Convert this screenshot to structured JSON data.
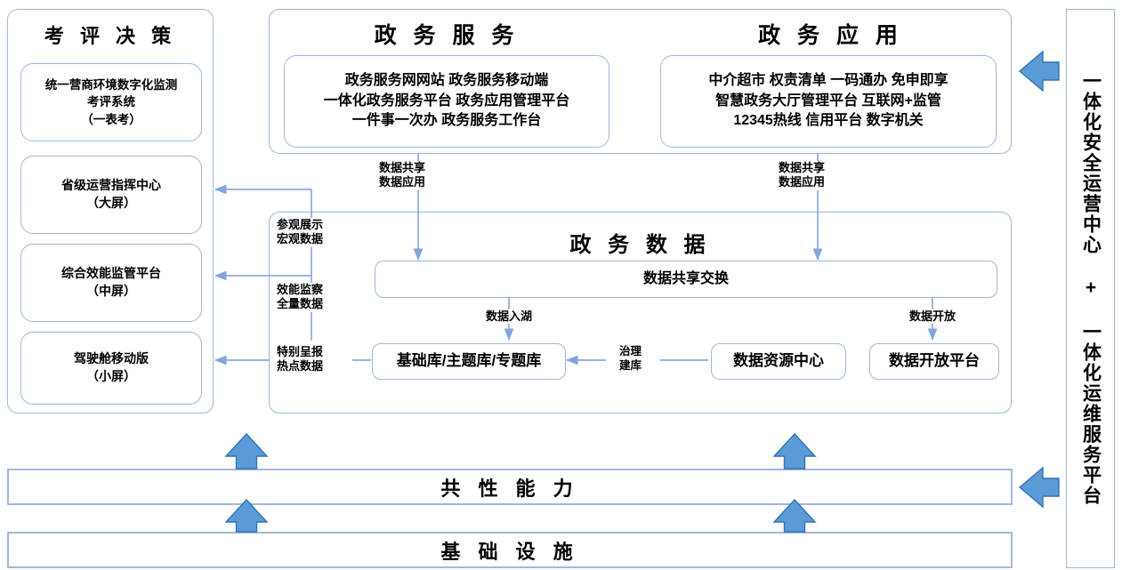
{
  "diagram": {
    "title_colors": {
      "border": "#9DB8DC",
      "arrow_fill": "#5B9BD5",
      "arrow_stroke": "#2E75B6",
      "connector": "#8FAADC",
      "bar_border": "#A3B6DE"
    }
  },
  "left_panel": {
    "title": "考 评 决 策",
    "boxes": [
      {
        "lines": [
          "统一营商环境数字化监测",
          "考评系统",
          "（一表考）"
        ]
      },
      {
        "lines": [
          "省级运营指挥中心",
          "（大屏）"
        ]
      },
      {
        "lines": [
          "综合效能监管平台",
          "（中屏）"
        ]
      },
      {
        "lines": [
          "驾驶舱移动版",
          "（小屏）"
        ]
      }
    ]
  },
  "service_panel": {
    "title": "政 务 服 务",
    "box": {
      "lines": [
        "政务服务网网站 政务服务移动端",
        "一体化政务服务平台 政务应用管理平台",
        "一件事一次办 政务服务工作台"
      ]
    }
  },
  "application_panel": {
    "title": "政 务 应 用",
    "box": {
      "lines": [
        "中介超市 权责清单 一码通办 免申即享",
        "智慧政务大厅管理平台 互联网+监管",
        "12345热线 信用平台 数字机关"
      ]
    }
  },
  "data_panel": {
    "title": "政 务 数 据",
    "exchange_bar": "数据共享交换",
    "boxes": [
      {
        "label": "基础库/主题库/专题库"
      },
      {
        "label": "数据资源中心"
      },
      {
        "label": "数据开放平台"
      }
    ]
  },
  "connector_labels": {
    "share_app_left": [
      "数据共享",
      "数据应用"
    ],
    "share_app_right": [
      "数据共享",
      "数据应用"
    ],
    "visit_display": [
      "参观展示",
      "宏观数据"
    ],
    "efficiency_supervision": [
      "效能监察",
      "全量数据"
    ],
    "special_report": [
      "特别呈报",
      "热点数据"
    ],
    "governance_build": [
      "治理",
      "建库"
    ],
    "data_into_lake": "数据入湖",
    "data_open": "数据开放"
  },
  "bottom_bars": [
    {
      "label": "共 性 能 力"
    },
    {
      "label": "基 础 设 施"
    }
  ],
  "right_panel": {
    "label": "一体化安全运营中心 + 一体化运维服务平台"
  }
}
